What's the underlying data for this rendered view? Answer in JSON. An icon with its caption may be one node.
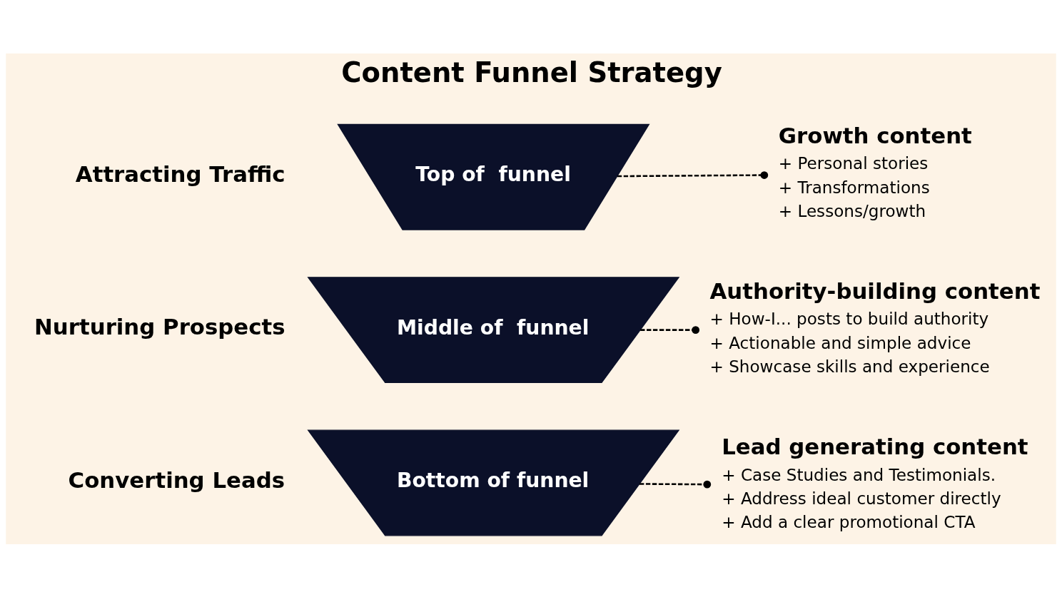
{
  "diagram": {
    "title": "Content Funnel Strategy",
    "nodes": [
      {
        "text": [
          "Top of  funnel"
        ],
        "beside": [
          "Attracting Traffic"
        ]
      },
      {
        "text": [
          "Middle of  funnel"
        ],
        "beside": [
          "Nurturing Prospects"
        ]
      },
      {
        "text": [
          "Bottom of funnel"
        ],
        "beside": [
          "Converting Leads"
        ]
      },
      {
        "text": [
          "Growth content",
          "+ Personal stories",
          "+ Transformations",
          "+ Lessons/growth"
        ]
      },
      {
        "text": [
          "Authority-building content",
          "+ How-I... posts to build authority",
          "+ Actionable and simple advice",
          "+ Showcase skills and experience"
        ]
      },
      {
        "text": [
          "Lead generating content",
          "+ Case Studies and Testimonials.",
          "+ Address ideal customer directly",
          "+ Add a clear promotional CTA"
        ]
      }
    ],
    "edges": [
      {
        "from": 0,
        "to": 3,
        "arrow": "other",
        "style": "dashed"
      },
      {
        "from": 1,
        "to": 4,
        "arrow": "other",
        "style": "dashed"
      },
      {
        "from": 2,
        "to": 5,
        "arrow": "other",
        "style": "dashed"
      }
    ]
  }
}
